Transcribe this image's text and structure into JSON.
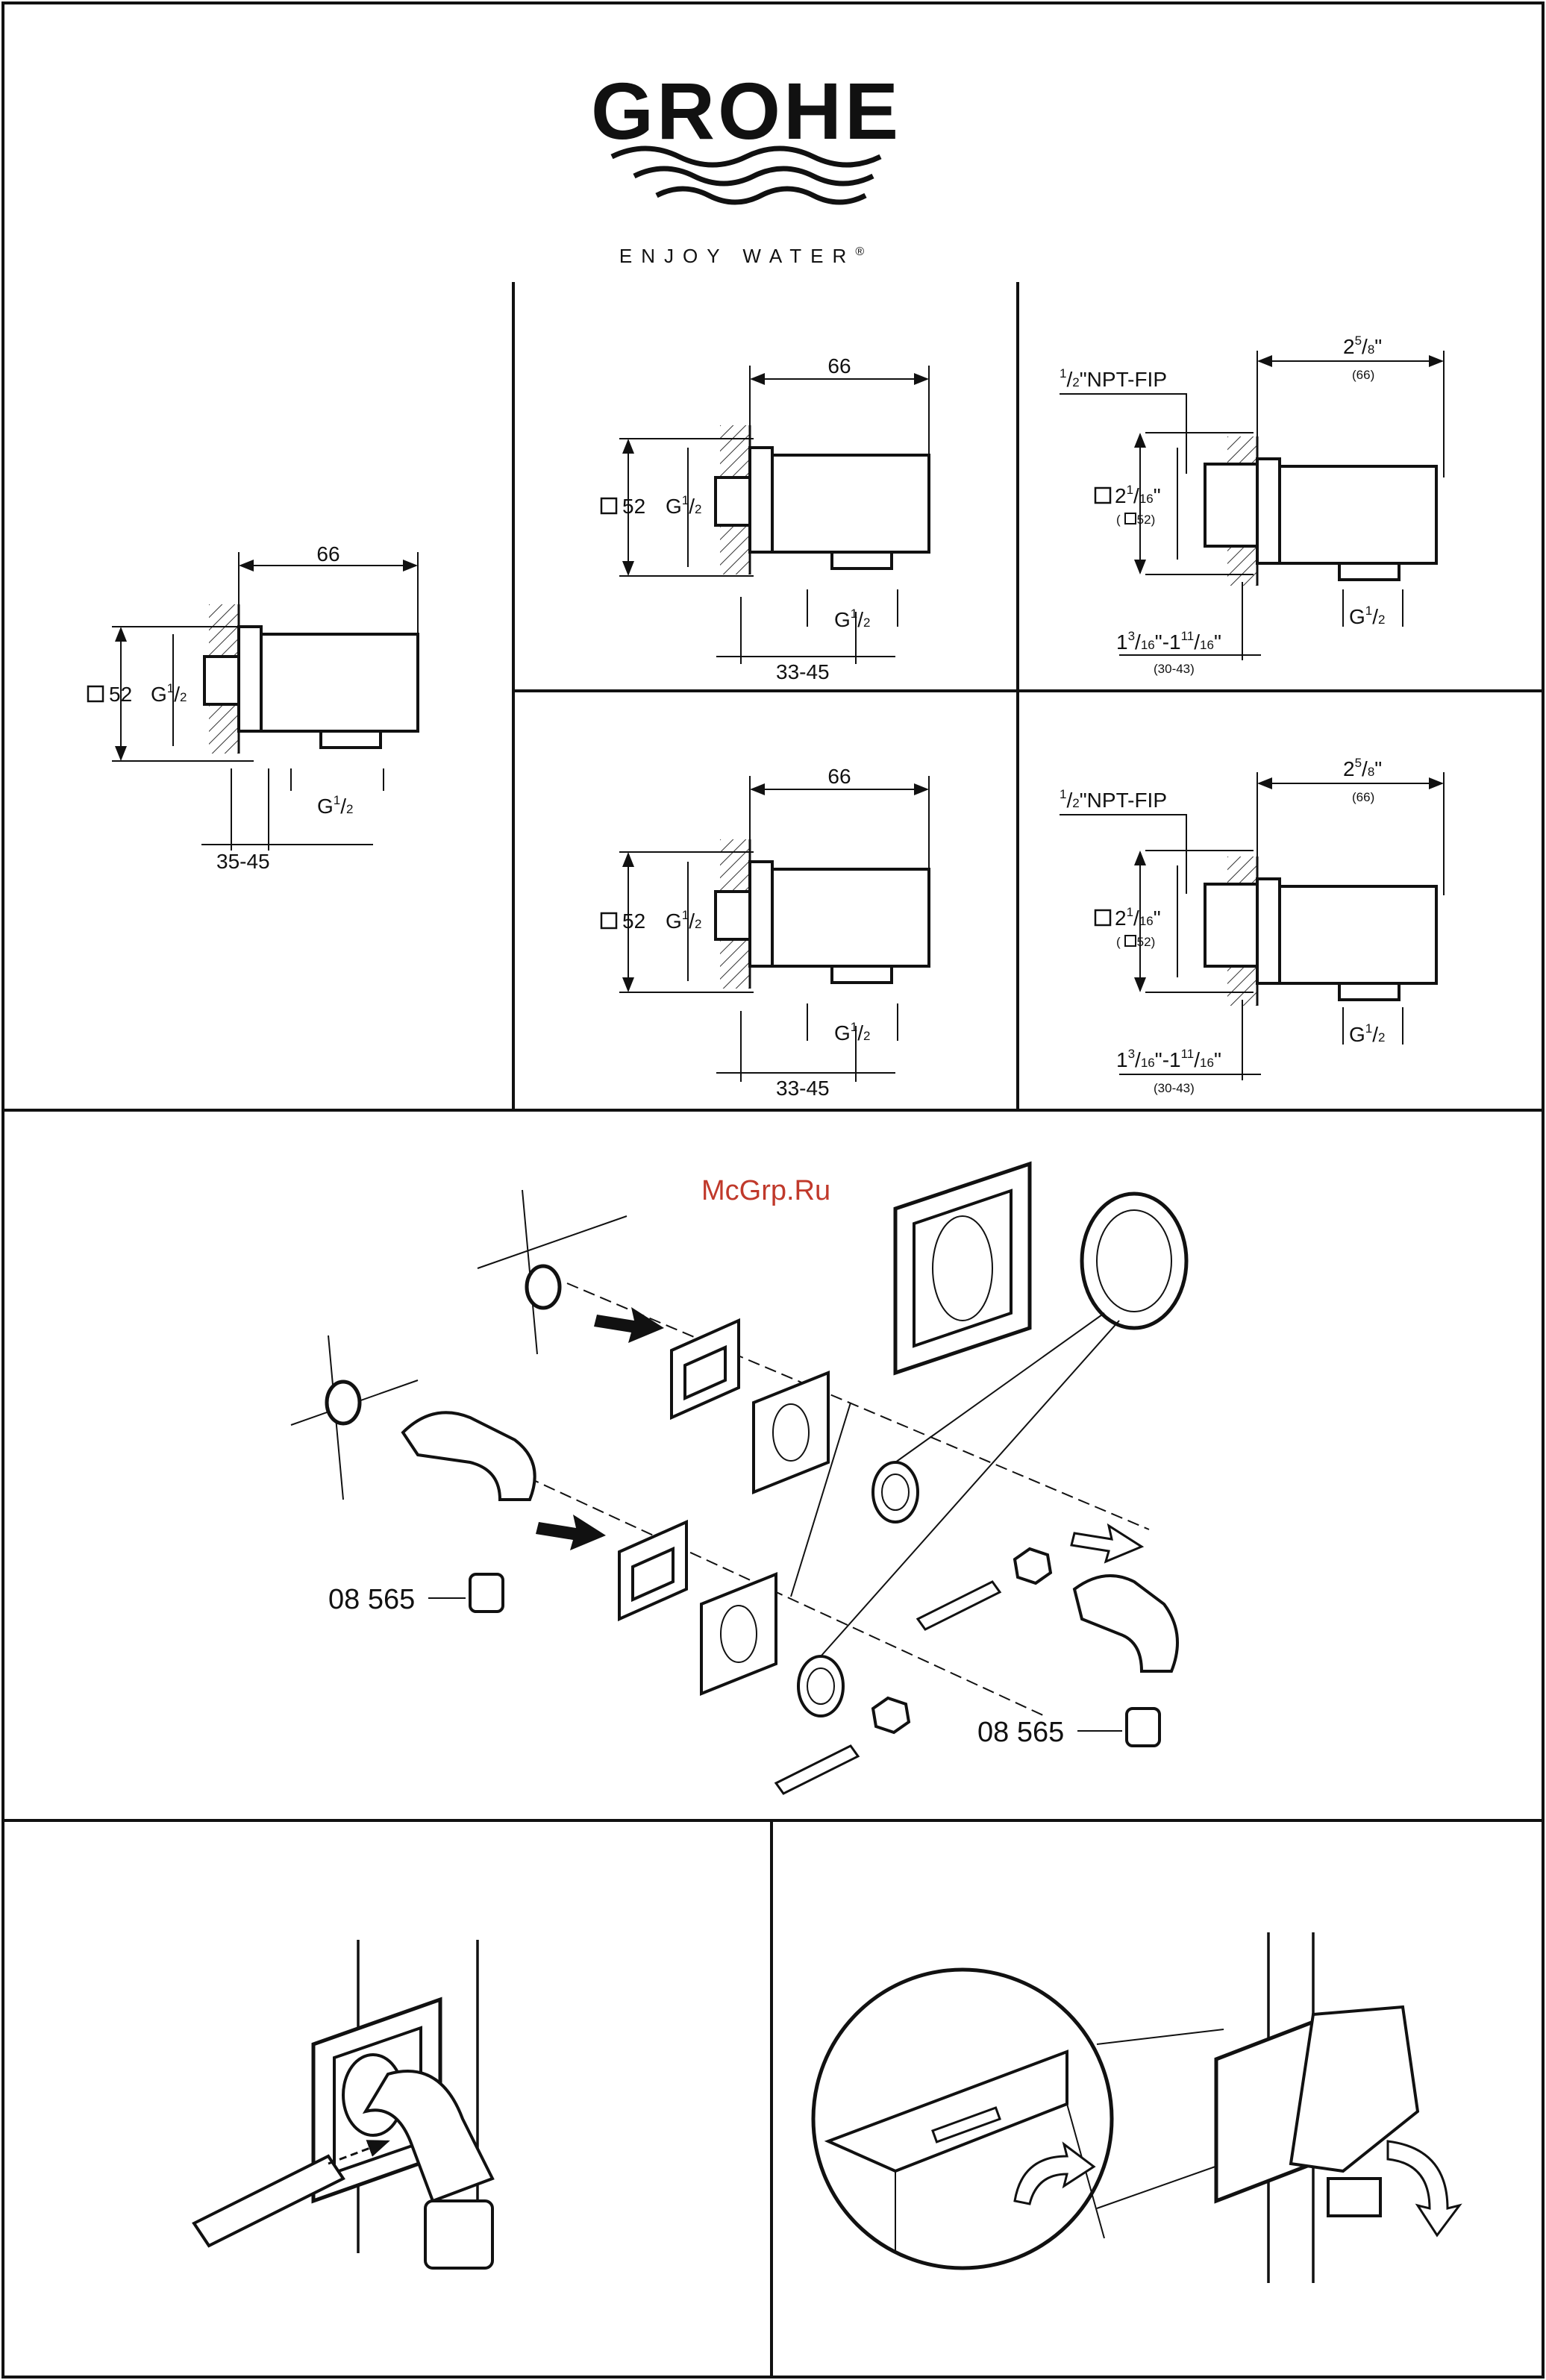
{
  "header": {
    "brand": "GROHE",
    "tagline": "ENJOY WATER",
    "tagline_mark": "®",
    "watermark": "McGrp.Ru"
  },
  "dimensions": {
    "depth": "66",
    "square": "52",
    "thread_g": "G",
    "frac_num": "1",
    "frac_den": "2",
    "range_a": "35-45",
    "range_b": "33-45",
    "imperial": {
      "depth_whole": "2",
      "depth_num": "5",
      "depth_den": "8",
      "depth_mm": "(66)",
      "npt_label": "NPT-FIP",
      "square_whole": "2",
      "square_num": "1",
      "square_den": "16",
      "square_mm": "52",
      "range_a_whole": "1",
      "range_a_num": "3",
      "range_a_den": "16",
      "range_b_whole": "1",
      "range_b_num": "11",
      "range_b_den": "16",
      "range_mm": "(30-43)"
    }
  },
  "parts": {
    "article_number": "08 565"
  }
}
